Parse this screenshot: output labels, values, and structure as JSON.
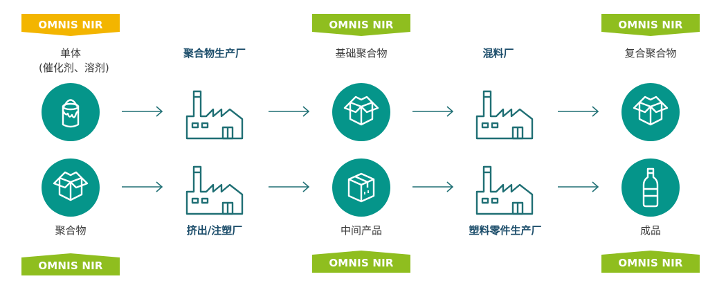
{
  "badges": {
    "top_monomer": "OMNIS NIR",
    "top_base_polymer": "OMNIS NIR",
    "top_compound": "OMNIS NIR",
    "bottom_polymer": "OMNIS NIR",
    "bottom_intermediate": "OMNIS NIR",
    "bottom_finished": "OMNIS NIR"
  },
  "colors": {
    "badge_yellow": "#f3b500",
    "badge_green": "#8fbe1f",
    "circle_teal": "#05958a",
    "factory_stroke": "#1f6f74",
    "bold_label": "#1d4e6b"
  },
  "row1": {
    "monomer_line1": "单体",
    "monomer_line2": "(催化剂、溶剂)",
    "polymer_plant": "聚合物生产厂",
    "base_polymer": "基础聚合物",
    "compounder": "混料厂",
    "compound": "复合聚合物"
  },
  "row2": {
    "polymer": "聚合物",
    "extrusion_molding": "挤出/注塑厂",
    "intermediate": "中间产品",
    "plastic_parts_plant": "塑料零件生产厂",
    "finished": "成品"
  },
  "icons": {
    "monomer": "paint-bucket-icon",
    "box": "open-box-icon",
    "parcel": "parcel-box-icon",
    "bottle": "bottle-icon",
    "factory": "factory-icon",
    "arrow": "arrow-right-icon"
  }
}
